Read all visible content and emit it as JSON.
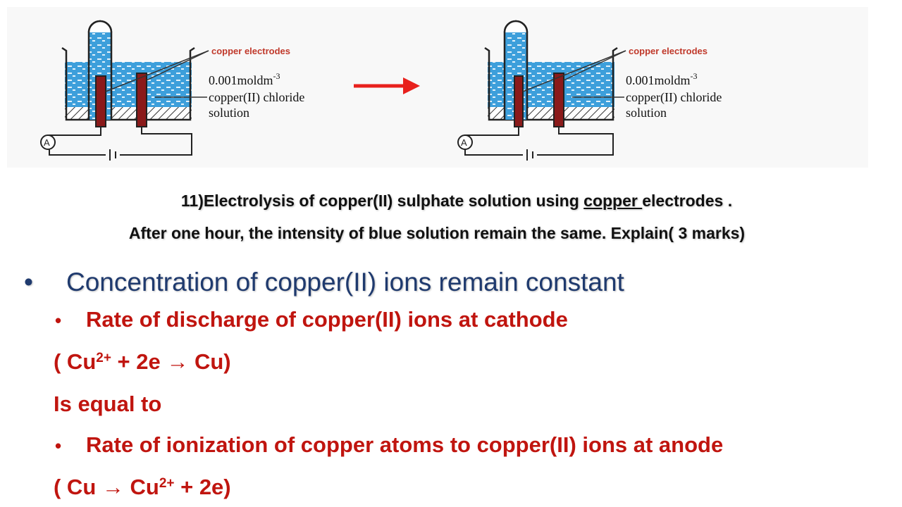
{
  "diagram": {
    "label_electrodes": "copper electrodes",
    "label_conc": "0.001moldm",
    "label_conc_sup": "-3",
    "label_solution_1": "copper(II) chloride",
    "label_solution_2": "solution",
    "ammeter": "A",
    "colors": {
      "solution": "#3d9fdb",
      "electrode": "#8b1a1a",
      "arrow": "#e8211d",
      "label": "#c0392b"
    }
  },
  "question": {
    "line1_prefix": "11)Electrolysis of copper(II) sulphate solution using ",
    "line1_underlined": "copper ",
    "line1_suffix": "electrodes .",
    "line2": "After one hour, the intensity of blue solution remain the same. Explain( 3 marks)"
  },
  "answer": {
    "main_point": "Concentration of copper(II) ions remain constant",
    "point1": "Rate of discharge of copper(II)  ions at cathode",
    "eq1_a": "( Cu",
    "eq1_sup": "2+",
    "eq1_b": " + 2e ",
    "eq1_arrow": "→",
    "eq1_c": " Cu)",
    "connector": "Is equal to",
    "point2": "Rate of ionization of copper atoms  to copper(II) ions at anode",
    "eq2_a": "( Cu ",
    "eq2_arrow": "→",
    "eq2_b": " Cu",
    "eq2_sup": "2+",
    "eq2_c": " + 2e)"
  },
  "bullet_symbol": "•"
}
